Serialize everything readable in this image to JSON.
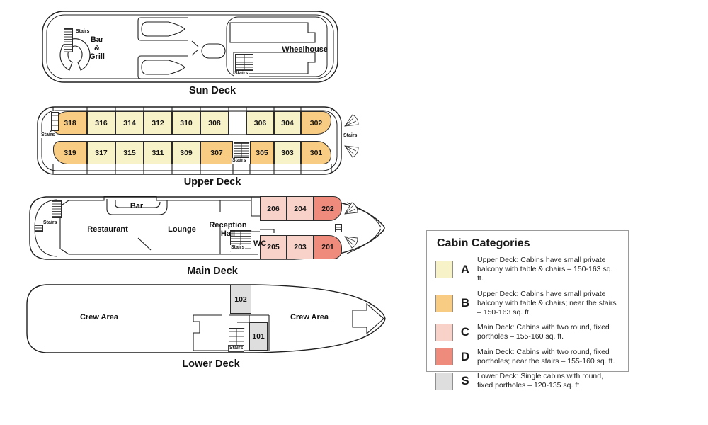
{
  "colors": {
    "A": "#F8F2C9",
    "B": "#F9CC83",
    "C": "#F8D1C8",
    "D": "#EF8B7C",
    "S": "#DEDEDE"
  },
  "labels": {
    "stairs": "Stairs",
    "wc": "WC",
    "bar": "Bar",
    "bar_grill": "Bar\n&\nGrill",
    "wheelhouse": "Wheelhouse",
    "restaurant": "Restaurant",
    "lounge": "Lounge",
    "reception_hall": "Reception\nHall",
    "crew_area": "Crew Area"
  },
  "decks": {
    "sun": {
      "name": "Sun Deck"
    },
    "upper": {
      "name": "Upper Deck",
      "port_cabins": [
        {
          "number": "318",
          "category": "B"
        },
        {
          "number": "316",
          "category": "A"
        },
        {
          "number": "314",
          "category": "A"
        },
        {
          "number": "312",
          "category": "A"
        },
        {
          "number": "310",
          "category": "A"
        },
        {
          "number": "308",
          "category": "A"
        },
        {
          "number": "306",
          "category": "A"
        },
        {
          "number": "304",
          "category": "A"
        },
        {
          "number": "302",
          "category": "B"
        }
      ],
      "starboard_cabins": [
        {
          "number": "319",
          "category": "B"
        },
        {
          "number": "317",
          "category": "A"
        },
        {
          "number": "315",
          "category": "A"
        },
        {
          "number": "311",
          "category": "A"
        },
        {
          "number": "309",
          "category": "A"
        },
        {
          "number": "307",
          "category": "B"
        },
        {
          "number": "305",
          "category": "B"
        },
        {
          "number": "303",
          "category": "A"
        },
        {
          "number": "301",
          "category": "B"
        }
      ]
    },
    "main": {
      "name": "Main Deck",
      "port_cabins": [
        {
          "number": "206",
          "category": "C"
        },
        {
          "number": "204",
          "category": "C"
        },
        {
          "number": "202",
          "category": "D"
        }
      ],
      "starboard_cabins": [
        {
          "number": "205",
          "category": "C"
        },
        {
          "number": "203",
          "category": "C"
        },
        {
          "number": "201",
          "category": "D"
        }
      ]
    },
    "lower": {
      "name": "Lower Deck",
      "cabins": [
        {
          "number": "102",
          "category": "S"
        },
        {
          "number": "101",
          "category": "S"
        }
      ]
    }
  },
  "legend": {
    "title": "Cabin Categories",
    "items": [
      {
        "code": "A",
        "color": "#F8F2C9",
        "description": "Upper Deck: Cabins have small private balcony with table & chairs – 150-163 sq. ft."
      },
      {
        "code": "B",
        "color": "#F9CC83",
        "description": "Upper Deck: Cabins have small private balcony with table & chairs; near the stairs – 150-163 sq. ft."
      },
      {
        "code": "C",
        "color": "#F8D1C8",
        "description": "Main Deck: Cabins with two round, fixed portholes – 155-160 sq. ft."
      },
      {
        "code": "D",
        "color": "#EF8B7C",
        "description": "Main Deck: Cabins with two round, fixed portholes; near the stairs – 155-160 sq. ft."
      },
      {
        "code": "S",
        "color": "#DEDEDE",
        "description": "Lower Deck: Single cabins with round, fixed portholes – 120-135 sq. ft"
      }
    ]
  }
}
